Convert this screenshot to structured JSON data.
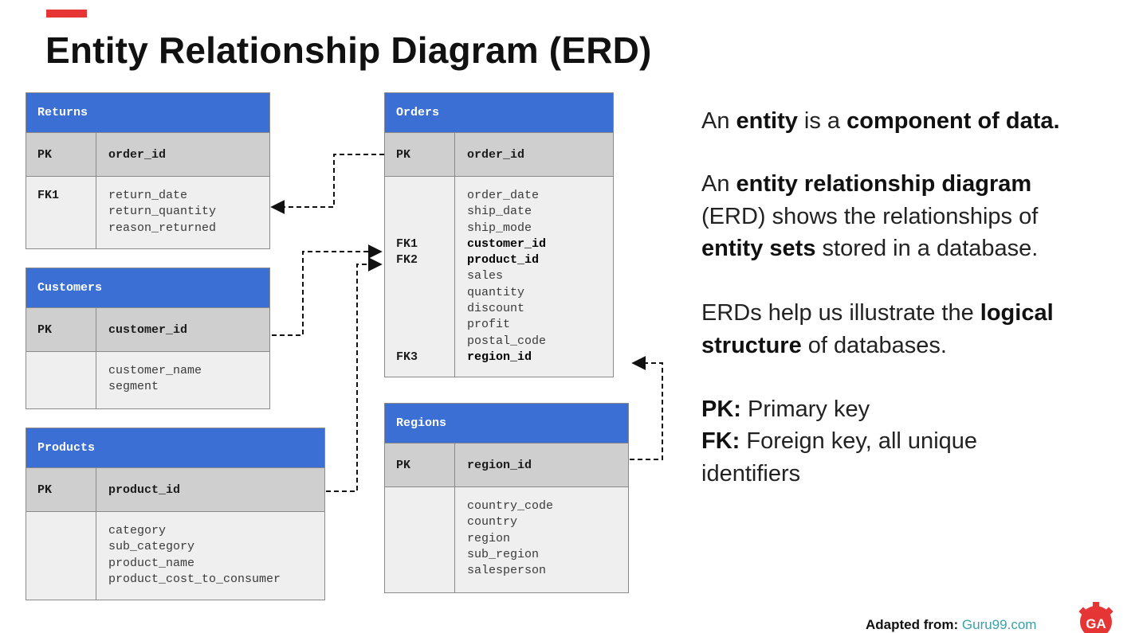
{
  "title": "Entity Relationship Diagram (ERD)",
  "colors": {
    "accent": "#e63535",
    "header_blue": "#3b6fd4",
    "pk_row": "#cfcfcf",
    "body_row": "#efefef",
    "link": "#3aa0a8"
  },
  "tables": {
    "returns": {
      "name": "Returns",
      "pk_label": "PK",
      "pk_field": "order_id",
      "keys": [
        "FK1",
        "",
        ""
      ],
      "fields": [
        {
          "text": "return_date",
          "bold": false
        },
        {
          "text": "return_quantity",
          "bold": false
        },
        {
          "text": "reason_returned",
          "bold": false
        }
      ]
    },
    "customers": {
      "name": "Customers",
      "pk_label": "PK",
      "pk_field": "customer_id",
      "keys": [
        "",
        ""
      ],
      "fields": [
        {
          "text": "customer_name",
          "bold": false
        },
        {
          "text": "segment",
          "bold": false
        }
      ]
    },
    "products": {
      "name": "Products",
      "pk_label": "PK",
      "pk_field": "product_id",
      "keys": [
        "",
        "",
        "",
        ""
      ],
      "fields": [
        {
          "text": "category",
          "bold": false
        },
        {
          "text": "sub_category",
          "bold": false
        },
        {
          "text": "product_name",
          "bold": false
        },
        {
          "text": "product_cost_to_consumer",
          "bold": false
        }
      ]
    },
    "orders": {
      "name": "Orders",
      "pk_label": "PK",
      "pk_field": "order_id",
      "keys": [
        "",
        "",
        "",
        "FK1",
        "FK2",
        "",
        "",
        "",
        "",
        "",
        "FK3"
      ],
      "fields": [
        {
          "text": "order_date",
          "bold": false
        },
        {
          "text": "ship_date",
          "bold": false
        },
        {
          "text": "ship_mode",
          "bold": false
        },
        {
          "text": "customer_id",
          "bold": true
        },
        {
          "text": "product_id",
          "bold": true
        },
        {
          "text": "sales",
          "bold": false
        },
        {
          "text": "quantity",
          "bold": false
        },
        {
          "text": "discount",
          "bold": false
        },
        {
          "text": "profit",
          "bold": false
        },
        {
          "text": "postal_code",
          "bold": false
        },
        {
          "text": "region_id",
          "bold": true
        }
      ]
    },
    "regions": {
      "name": "Regions",
      "pk_label": "PK",
      "pk_field": "region_id",
      "keys": [
        "",
        "",
        "",
        "",
        ""
      ],
      "fields": [
        {
          "text": "country_code",
          "bold": false
        },
        {
          "text": "country",
          "bold": false
        },
        {
          "text": "region",
          "bold": false
        },
        {
          "text": "sub_region",
          "bold": false
        },
        {
          "text": "salesperson",
          "bold": false
        }
      ]
    }
  },
  "side": {
    "p1_a": "An ",
    "p1_b": "entity",
    "p1_c": " is a ",
    "p1_d": "component of data.",
    "p2_a": "An ",
    "p2_b": "entity relationship diagram",
    "p2_c": " (ERD) shows the relationships of ",
    "p2_d": "entity sets",
    "p2_e": " stored in a database.",
    "p3_a": "ERDs help us illustrate the ",
    "p3_b": "logical structure",
    "p3_c": " of databases.",
    "p4_a": "PK:",
    "p4_b": " Primary key",
    "p5_a": "FK:",
    "p5_b": " Foreign key, all unique identifiers"
  },
  "footer": {
    "label": "Adapted from: ",
    "link": "Guru99.com"
  },
  "logo": {
    "icon": "ga-gear-logo",
    "text": "GA"
  }
}
